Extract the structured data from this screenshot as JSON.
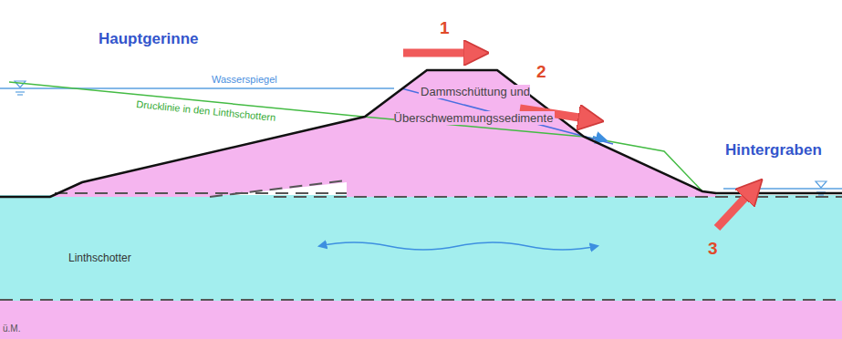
{
  "diagram": {
    "labels": [
      "Hauptgerinne",
      "1",
      "Wasserspiegel",
      "Drucklinie in den Linthschottern",
      "2",
      "Dammschüttung und Überschwemmungssedimente",
      "Hintergraben",
      "Linthschotter",
      "3",
      "ü.M."
    ]
  }
}
